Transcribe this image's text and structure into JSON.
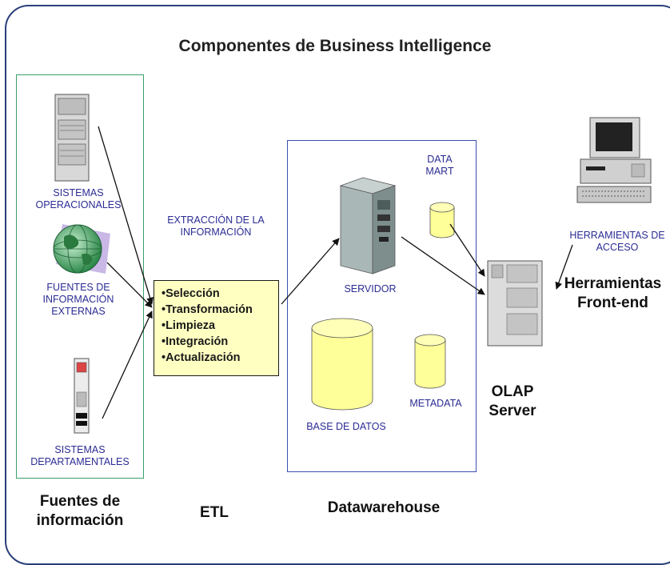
{
  "title": "Componentes de Business Intelligence",
  "sources": {
    "sistemas_operacionales": "SISTEMAS OPERACIONALES",
    "fuentes_externas": "FUENTES DE INFORMACIÓN EXTERNAS",
    "sistemas_departamentales": "SISTEMAS DEPARTAMENTALES",
    "footer": "Fuentes de información"
  },
  "etl": {
    "heading": "EXTRACCIÓN DE LA INFORMACIÓN",
    "items": [
      "•Selección",
      "•Transformación",
      "•Limpieza",
      "•Integración",
      "•Actualización"
    ],
    "footer": "ETL"
  },
  "warehouse": {
    "data_mart": "DATA MART",
    "servidor": "SERVIDOR",
    "base_de_datos": "BASE DE DATOS",
    "metadata": "METADATA",
    "footer": "Datawarehouse"
  },
  "olap": {
    "label": "OLAP Server"
  },
  "frontend": {
    "herramientas_acceso": "HERRAMIENTAS DE ACCESO",
    "label": "Herramientas Front-end"
  },
  "colors": {
    "blue_text": "#2b2c94",
    "green_border": "#3aa06a",
    "blue_border": "#3a4fb0",
    "cylinder_fill": "#ffff99",
    "etl_fill": "#ffffc2"
  }
}
